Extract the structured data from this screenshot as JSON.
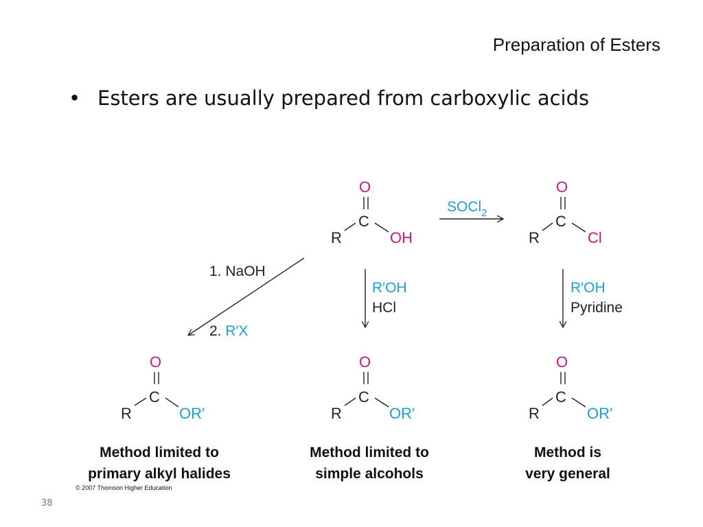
{
  "slide": {
    "title": "Preparation of Esters",
    "bullet": "Esters are usually prepared from carboxylic acids",
    "page_number": "38"
  },
  "scheme": {
    "acid": {
      "O": "O",
      "C": "C",
      "R": "R",
      "OH": "OH"
    },
    "acid_chloride": {
      "O": "O",
      "C": "C",
      "R": "R",
      "Cl": "Cl"
    },
    "reagent_socl2": {
      "text": "SOCl",
      "sub": "2"
    },
    "reagent_naoh": "1. NaOH",
    "reagent_rx": {
      "prefix": "2. ",
      "text": "R′X"
    },
    "reagent_middle": {
      "line1": "R′OH",
      "line2": "HCl"
    },
    "reagent_right": {
      "line1": "R′OH",
      "line2": "Pyridine"
    },
    "ester": {
      "O": "O",
      "C": "C",
      "R": "R",
      "OR": "OR′"
    },
    "captions": {
      "left": [
        "Method limited to",
        "primary alkyl halides"
      ],
      "middle": [
        "Method limited to",
        "simple alcohols"
      ],
      "right": [
        "Method is",
        "very general"
      ]
    },
    "copyright": "© 2007 Thomson Higher Education"
  },
  "colors": {
    "oxygen": "#d4157a",
    "r_prime": "#1aa0d8",
    "text": "#111111"
  }
}
